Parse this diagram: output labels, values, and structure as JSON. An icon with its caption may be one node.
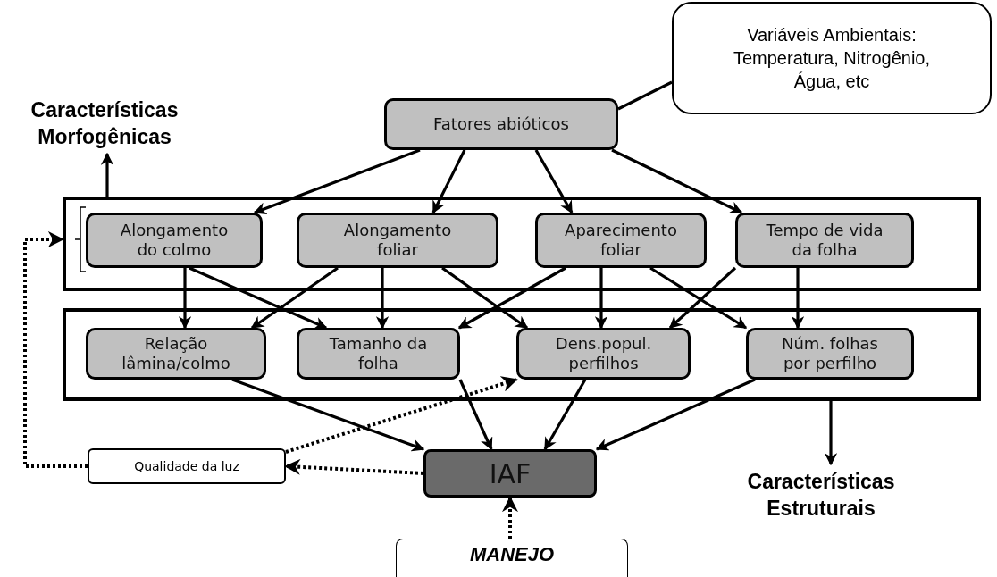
{
  "diagram": {
    "nodes": [
      {
        "text": [
          "Variáveis Ambientais: Temperatura, Nitrogênio, Água, etc"
        ]
      },
      {
        "text": [
          "Características Morfogênicas"
        ]
      },
      {
        "text": [
          "Fatores abióticos"
        ]
      },
      {
        "text": [],
        "shape": "box"
      },
      {
        "text": [
          "Alongamento do colmo"
        ],
        "in": 3
      },
      {
        "text": [
          "Alongamento foliar"
        ],
        "in": 3
      },
      {
        "text": [
          "Aparecimento foliar"
        ],
        "in": 3
      },
      {
        "text": [
          "Tempo de vida da folha"
        ],
        "in": 3
      },
      {
        "text": [],
        "shape": "box"
      },
      {
        "text": [
          "Relação lâmina/colmo"
        ],
        "in": 8
      },
      {
        "text": [
          "Tamanho da folha"
        ],
        "in": 8
      },
      {
        "text": [
          "Dens.popul. perfilhos"
        ],
        "in": 8
      },
      {
        "text": [
          "Núm. folhas por perfilho"
        ],
        "in": 8
      },
      {
        "text": [
          "Qualidade da luz"
        ]
      },
      {
        "text": [
          "IAF"
        ]
      },
      {
        "text": [
          "Características Estruturais"
        ]
      },
      {
        "text": [
          "MANEJO"
        ]
      }
    ],
    "edges": [
      {
        "from": 0,
        "to": 2,
        "arrow": "none"
      },
      {
        "from": 3,
        "to": 1,
        "arrow": "to"
      },
      {
        "from": 2,
        "to": 4,
        "arrow": "to"
      },
      {
        "from": 2,
        "to": 5,
        "arrow": "to"
      },
      {
        "from": 2,
        "to": 6,
        "arrow": "to"
      },
      {
        "from": 2,
        "to": 7,
        "arrow": "to"
      },
      {
        "from": 4,
        "to": 9,
        "arrow": "to"
      },
      {
        "from": 4,
        "to": 10,
        "arrow": "to"
      },
      {
        "from": 5,
        "to": 9,
        "arrow": "to"
      },
      {
        "from": 5,
        "to": 10,
        "arrow": "to"
      },
      {
        "from": 5,
        "to": 11,
        "arrow": "to"
      },
      {
        "from": 6,
        "to": 10,
        "arrow": "to"
      },
      {
        "from": 6,
        "to": 11,
        "arrow": "to"
      },
      {
        "from": 6,
        "to": 12,
        "arrow": "to"
      },
      {
        "from": 7,
        "to": 11,
        "arrow": "to"
      },
      {
        "from": 7,
        "to": 12,
        "arrow": "to"
      },
      {
        "from": 9,
        "to": 14,
        "arrow": "to"
      },
      {
        "from": 10,
        "to": 14,
        "arrow": "to"
      },
      {
        "from": 11,
        "to": 14,
        "arrow": "to"
      },
      {
        "from": 12,
        "to": 14,
        "arrow": "to"
      },
      {
        "from": 8,
        "to": 15,
        "arrow": "to"
      },
      {
        "from": 14,
        "to": 13,
        "arrow": "to",
        "style": "dashed"
      },
      {
        "from": 13,
        "to": 3,
        "arrow": "to",
        "style": "dashed"
      },
      {
        "from": 13,
        "to": 11,
        "arrow": "to",
        "style": "dashed"
      },
      {
        "from": 16,
        "to": 14,
        "arrow": "to",
        "style": "dashed"
      }
    ]
  }
}
